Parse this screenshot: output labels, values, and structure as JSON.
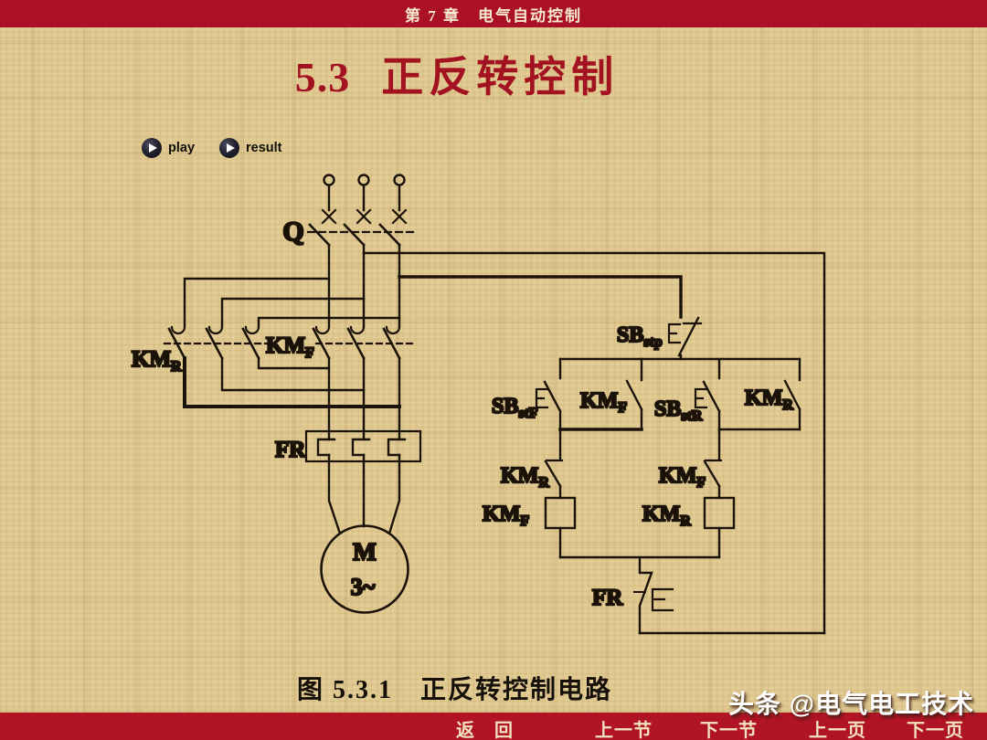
{
  "header": {
    "chapter_title": "第 7 章　电气自动控制"
  },
  "slide": {
    "title_number": "5.3",
    "title_text": "正反转控制",
    "caption": "图 5.3.1　正反转控制电路"
  },
  "buttons": {
    "play": "play",
    "result": "result"
  },
  "watermark": "头条 @电气电工技术",
  "footer": {
    "items": [
      "返　回",
      "上一节",
      "下一节",
      "上一页",
      "下一页"
    ]
  },
  "circuit": {
    "q_label": "Q",
    "km": "KM",
    "sb": "SB",
    "fr": "FR",
    "sub": {
      "r": "R",
      "f": "F",
      "stp": "stp",
      "stf": "stF",
      "str": "stR"
    },
    "motor": {
      "m": "M",
      "phase": "3~"
    }
  },
  "colors": {
    "bar_red": "#ab1126",
    "title_red": "#a31220",
    "parchment": "#e0c991",
    "ink": "#191005",
    "nav_text": "#f2e2bd"
  }
}
